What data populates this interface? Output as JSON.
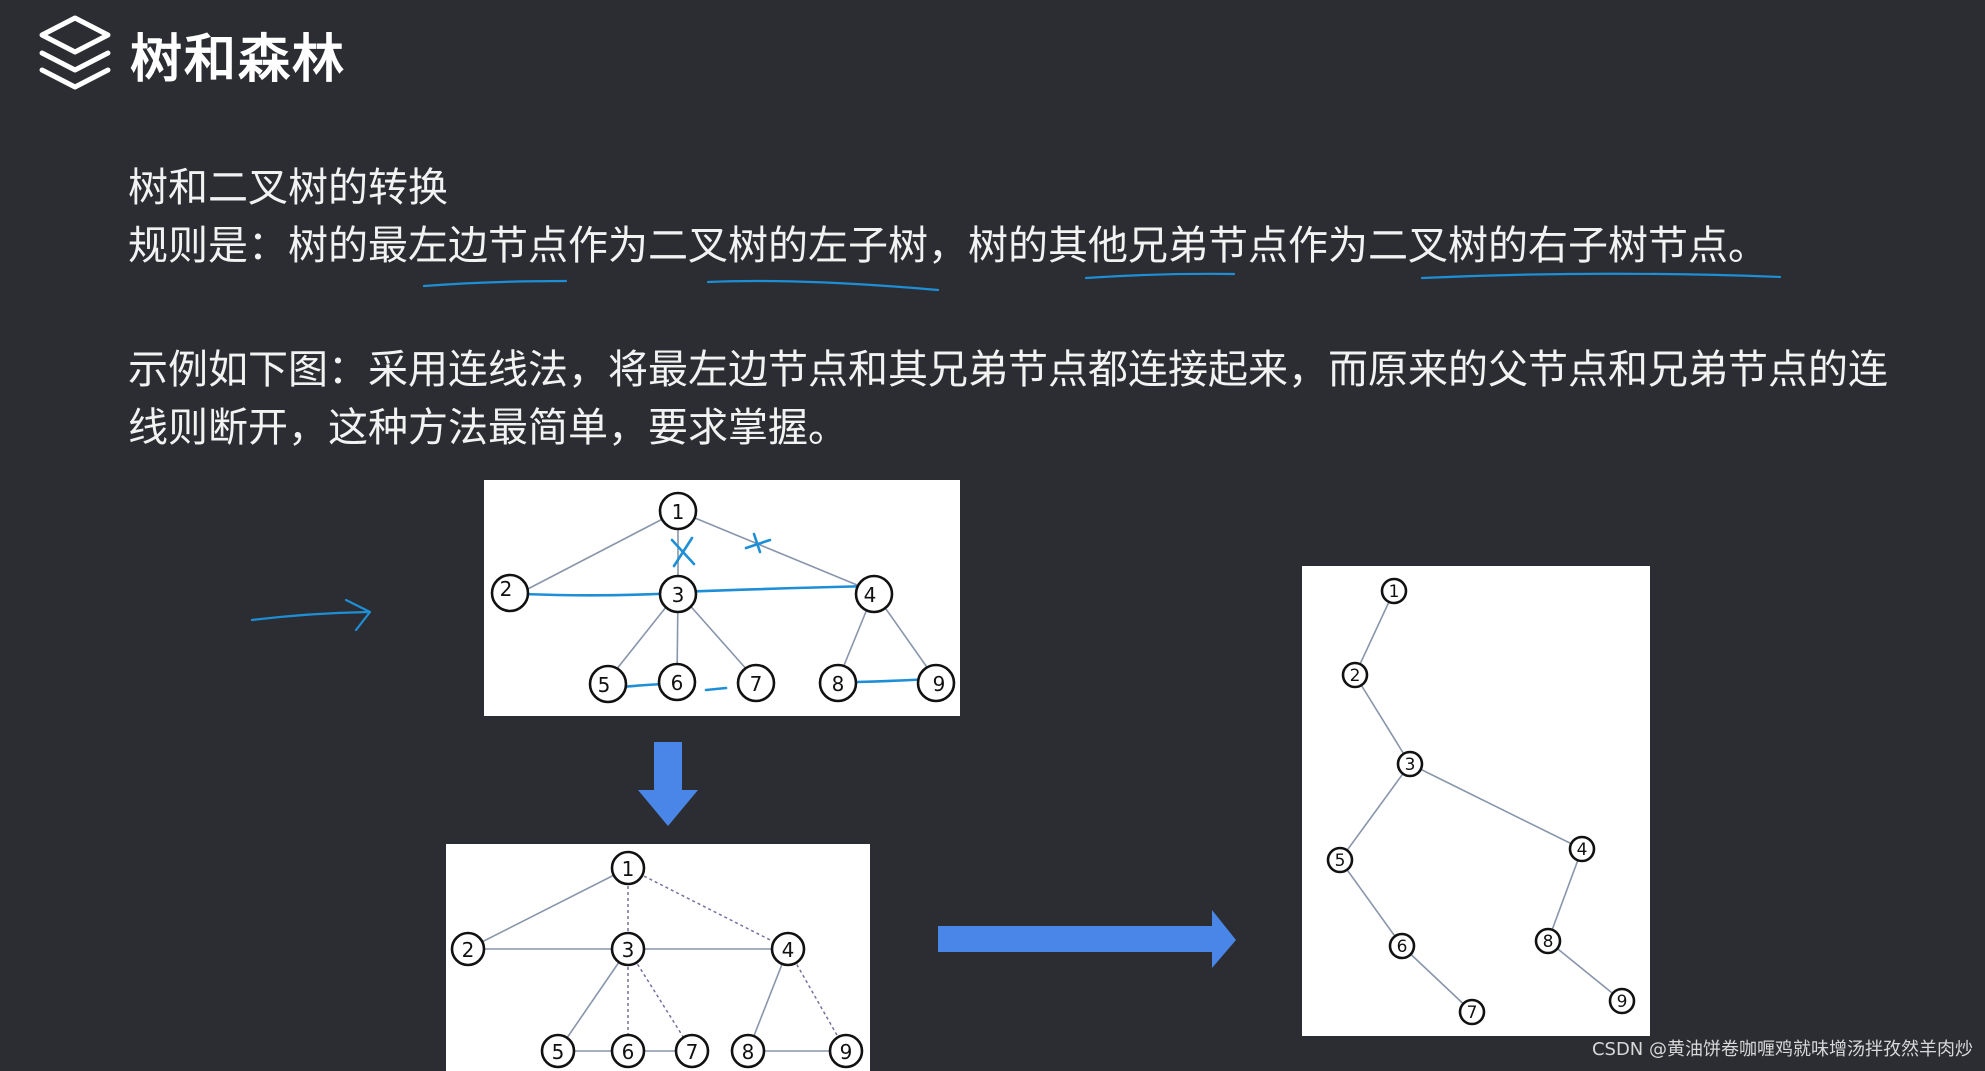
{
  "header": {
    "title": "树和森林",
    "icon": "layers-icon"
  },
  "text": {
    "line1": "树和二叉树的转换",
    "line2": "规则是：树的最左边节点作为二叉树的左子树，树的其他兄弟节点作为二叉树的右子树节点。",
    "line3": "示例如下图：采用连线法，将最左边节点和其兄弟节点都连接起来，而原来的父节点和兄弟节点的连",
    "line4": "线则断开，这种方法最简单，要求掌握。"
  },
  "diagrams": {
    "tree_nodes": [
      "1",
      "2",
      "3",
      "4",
      "5",
      "6",
      "7",
      "8",
      "9"
    ],
    "original_tree_edges": [
      [
        "1",
        "2"
      ],
      [
        "1",
        "3"
      ],
      [
        "1",
        "4"
      ],
      [
        "3",
        "5"
      ],
      [
        "3",
        "6"
      ],
      [
        "3",
        "7"
      ],
      [
        "4",
        "8"
      ],
      [
        "4",
        "9"
      ]
    ],
    "sibling_links": [
      [
        "2",
        "3"
      ],
      [
        "3",
        "4"
      ],
      [
        "5",
        "6"
      ],
      [
        "6",
        "7"
      ],
      [
        "8",
        "9"
      ]
    ],
    "binary_tree_edges": [
      [
        "1",
        "2"
      ],
      [
        "2",
        "3"
      ],
      [
        "3",
        "5"
      ],
      [
        "3",
        "4"
      ],
      [
        "5",
        "6"
      ],
      [
        "6",
        "7"
      ],
      [
        "4",
        "8"
      ],
      [
        "8",
        "9"
      ]
    ]
  },
  "colors": {
    "background": "#2b2d32",
    "annotation": "#1e8fd6",
    "arrow": "#4a86e8",
    "edge": "#8896ab"
  },
  "footer": {
    "credit": "CSDN @黄油饼卷咖喱鸡就味增汤拌孜然羊肉炒"
  }
}
